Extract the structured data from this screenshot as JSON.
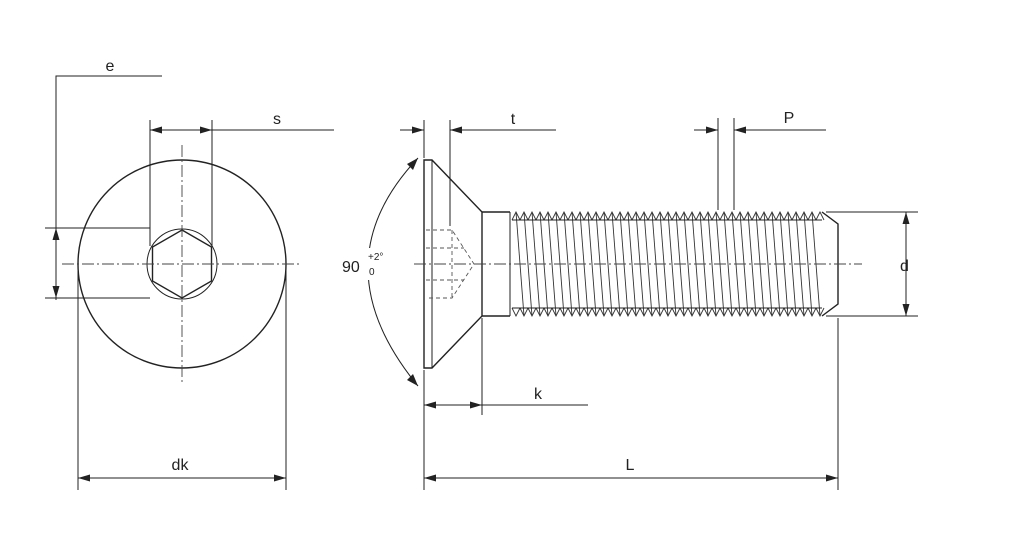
{
  "labels": {
    "e": "e",
    "s": "s",
    "t": "t",
    "p": "P",
    "d": "d",
    "k": "k",
    "dk": "dk",
    "L": "L",
    "angle_value": "90",
    "angle_upper_tol": "+2°",
    "angle_lower_tol": "0"
  }
}
